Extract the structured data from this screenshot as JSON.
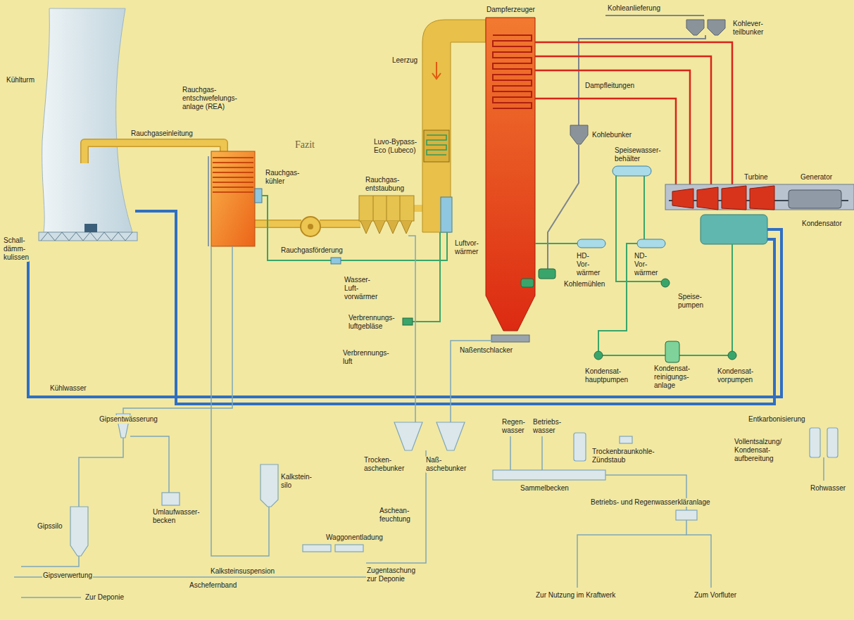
{
  "diagram": {
    "labels": [
      "Kohleanlieferung",
      "Kohlever- teilbunker",
      "Dampferzeuger",
      "Kühlturm",
      "Rauchgas- entschwefelungs- anlage (REA)",
      "Leerzug",
      "Dampfleitungen",
      "Luvo-Bypass- Eco (Lubeco)",
      "Rauchgaseinleitung",
      "Rauchgas- kühler",
      "Kohlebunker",
      "Speisewasser- behälter",
      "Turbine",
      "Generator",
      "Rauchgas- entstaubung",
      "Kondensator",
      "Luftvor- wärmer",
      "Schall- dämm- kulissen",
      "Rauchgasförderung",
      "HD-Vor- wärmer",
      "ND-Vor- wärmer",
      "Kohlemühlen",
      "Wasser-Luft- vorwärmer",
      "Speise- pumpen",
      "Verbrennungs- luftgebläse",
      "Naßentschlacker",
      "Verbrennungs- luft",
      "Kondensat- hauptpumpen",
      "Kondensat- reinigungs- anlage",
      "Kondensat- vorpumpen",
      "Kühlwasser",
      "Regen- wasser",
      "Betriebs- wasser",
      "Entkarbonisierung",
      "Gipsentwässerung",
      "Trockenbraunkohle- Zündstaub",
      "Vollentsalzung/ Kondensat- aufbereitung",
      "Trocken- aschebunker",
      "Naß- aschebunker",
      "Rohwasser",
      "Sammelbecken",
      "Kalkstein- silo",
      "Betriebs- und Regenwasserkläranlage",
      "Aschean- feuchtung",
      "Gipssilo",
      "Umlaufwasser- becken",
      "Waggonentladung",
      "Kalksteinsuspension",
      "Zugentaschung zur Deponie",
      "Gipsverwertung",
      "Aschefernband",
      "Zur Nutzung im Kraftwerk",
      "Zum Vorfluter",
      "Zur Deponie",
      "Fazit"
    ]
  }
}
